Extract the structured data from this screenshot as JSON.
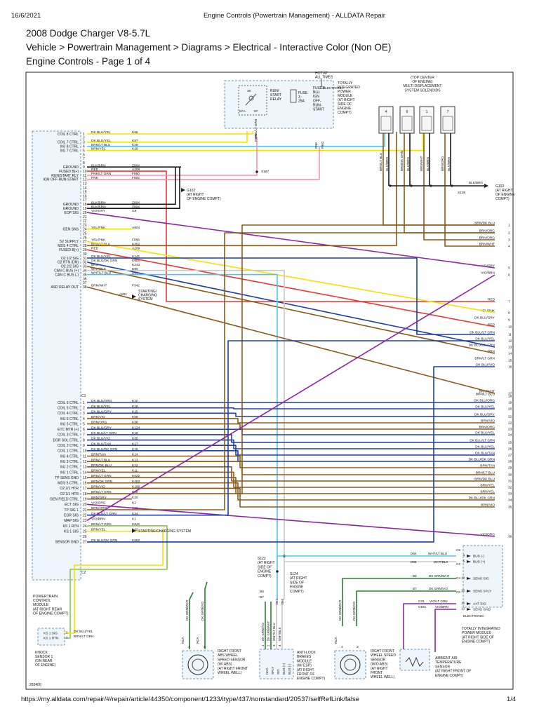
{
  "header": {
    "date": "16/6/2021",
    "doc_title": "Engine Controls (Powertrain Management) - ALLDATA Repair"
  },
  "title": {
    "vehicle": "2008 Dodge Charger V8-5.7L",
    "breadcrumb": "Vehicle > Powertrain Management > Diagrams > Electrical - Interactive Color (Non OE)",
    "page_label": "Engine Controls - Page 1 of 4"
  },
  "footer": {
    "url": "https://my.alldata.com/repair/#/repair/article/44350/component/1233/itype/437/nonstandard/20537/selfRefLink/false",
    "page": "1/4"
  },
  "diagram": {
    "figure_id": "283400",
    "connector_c1": "C1",
    "connector_c2": "C2",
    "pcm_caption": [
      "POWERTRAIN",
      "CONTROL",
      "MODULE",
      "(AT RIGHT REAR",
      "OF ENGINE COMPT)"
    ],
    "tipm_caption": [
      "TOTALLY",
      "INTEGRATED",
      "POWER",
      "MODULE",
      "(AT RIGHT",
      "SIDE OF",
      "ENGINE",
      "COMPT)"
    ],
    "tipm_caption_bottom": [
      "TOTALLY INTEGRATED",
      "POWER MODULE",
      "(AT RIGHT SIDE OF",
      "ENGINE COMPT)"
    ],
    "hot_label": [
      "HOT AT",
      "ALL TIMES"
    ],
    "electronic": "ELECTRONIC",
    "fuse_label": [
      "FUSE",
      "3",
      "25A"
    ],
    "relay_label": [
      "RUN/",
      "START",
      "RELAY"
    ],
    "fused_label": [
      "FUSED",
      "B(+)",
      "IGN",
      "OFF-",
      "RUN-",
      "START"
    ],
    "relay_pins": [
      "30",
      "87A",
      "87"
    ],
    "solenoid_caption": [
      "(TOP CENTER",
      "OF ENGINE)",
      "MULTI DISPLACEMENT",
      "SYSTEM SOLENOIDS"
    ],
    "solenoid_pins": [
      "4",
      "6",
      "1",
      "7"
    ],
    "solenoid_wires": [
      "BRN/LT BLU",
      "BLK/BRN",
      "BRN/DK GRN",
      "BLK/BRN",
      "BRN/WHT",
      "BLK/BRN",
      "BRN/ORG",
      "BLK/BRN"
    ],
    "splice_s167": "S167",
    "splice_s136": "S136",
    "g102_label": [
      "G102",
      "(AT RIGHT",
      "OF ENGINE COMPT)"
    ],
    "g102_right": [
      "G102",
      "(AT RIGHT",
      "OF ENGINE",
      "COMPT)"
    ],
    "blk_brn": "BLK/BRN",
    "relay_wire_labels": [
      "PNK/LT GRN",
      "F950",
      "PNK",
      "F902"
    ],
    "starting_charging": [
      "STARTING/",
      "CHARGING",
      "SYSTEM"
    ],
    "starting_charging_line": "STARTING/CHARGING SYSTEM",
    "pcm_c1": [
      {
        "pin": "1",
        "label": "COIL 8 CTRL",
        "color": "DK BLU/YEL",
        "circuit": "K98"
      },
      {
        "pin": "2",
        "label": "",
        "color": "",
        "circuit": ""
      },
      {
        "pin": "3",
        "label": "COIL 7 CTRL",
        "color": "DK BLU/YEL",
        "circuit": "K97"
      },
      {
        "pin": "4",
        "label": "INJ 8 CTRL",
        "color": "BRN/LT BLU",
        "circuit": "K28"
      },
      {
        "pin": "5",
        "label": "INJ 7 CTRL",
        "color": "BRN/YEL",
        "circuit": "K26"
      },
      {
        "pin": "6",
        "label": "",
        "color": "",
        "circuit": ""
      },
      {
        "pin": "7",
        "label": "",
        "color": "",
        "circuit": ""
      },
      {
        "pin": "8",
        "label": "",
        "color": "",
        "circuit": ""
      },
      {
        "pin": "9",
        "label": "GROUND",
        "color": "BLK/BRN",
        "circuit": "Z904"
      },
      {
        "pin": "10",
        "label": "FUSED B(+)",
        "color": "RED",
        "circuit": "A209"
      },
      {
        "pin": "11",
        "label": "RUN/START RLY",
        "color": "PNK/LT GRN",
        "circuit": "F950"
      },
      {
        "pin": "12",
        "label": "IGN OFF-RUN-START",
        "color": "PNK",
        "circuit": "F902"
      },
      {
        "pin": "13",
        "label": "",
        "color": "",
        "circuit": ""
      },
      {
        "pin": "14",
        "label": "",
        "color": "",
        "circuit": ""
      },
      {
        "pin": "15",
        "label": "",
        "color": "",
        "circuit": ""
      },
      {
        "pin": "16",
        "label": "",
        "color": "",
        "circuit": ""
      },
      {
        "pin": "17",
        "label": "",
        "color": "",
        "circuit": ""
      },
      {
        "pin": "18",
        "label": "GROUND",
        "color": "BLK/BRN",
        "circuit": "Z904"
      },
      {
        "pin": "19",
        "label": "GROUND",
        "color": "BLK/BRN",
        "circuit": "Z904"
      },
      {
        "pin": "20",
        "label": "EOP SIG",
        "color": "VIO/GRY",
        "circuit": "G6"
      },
      {
        "pin": "21",
        "label": "",
        "color": "",
        "circuit": ""
      },
      {
        "pin": "22",
        "label": "",
        "color": "",
        "circuit": ""
      },
      {
        "pin": "23",
        "label": "",
        "color": "",
        "circuit": ""
      },
      {
        "pin": "24",
        "label": "GEN SNS",
        "color": "YEL/PNK",
        "circuit": "A804"
      },
      {
        "pin": "25",
        "label": "",
        "color": "",
        "circuit": ""
      },
      {
        "pin": "26",
        "label": "",
        "color": "",
        "circuit": ""
      },
      {
        "pin": "27",
        "label": "5V SUPPLY",
        "color": "YEL/PNK",
        "circuit": "F856"
      },
      {
        "pin": "28",
        "label": "MDS 4 CTRL",
        "color": "BRN/LT BLU",
        "circuit": "K452"
      },
      {
        "pin": "29",
        "label": "FUSED B(+)",
        "color": "RED",
        "circuit": "A209"
      },
      {
        "pin": "30",
        "label": "",
        "color": "",
        "circuit": ""
      },
      {
        "pin": "31",
        "label": "O2 1/2 SIG",
        "color": "DK BLU/YEL",
        "circuit": "K141"
      },
      {
        "pin": "32",
        "label": "O2 RTN (DN)",
        "color": "DK BLU/DK GRN",
        "circuit": "K904"
      },
      {
        "pin": "33",
        "label": "O2 2/2 SIG",
        "color": "BRN",
        "circuit": "K243"
      },
      {
        "pin": "34",
        "label": "CAN C BUS (+)",
        "color": "WHT/BLK",
        "circuit": "D65"
      },
      {
        "pin": "35",
        "label": "CAN C BUS (-)",
        "color": "WHT/LT BLU",
        "circuit": "D64"
      },
      {
        "pin": "36",
        "label": "",
        "color": "",
        "circuit": ""
      },
      {
        "pin": "37",
        "label": "",
        "color": "",
        "circuit": ""
      },
      {
        "pin": "38",
        "label": "ASD RELAY OUT",
        "color": "BRN/WHT",
        "circuit": "F342"
      }
    ],
    "pcm_c2": [
      {
        "pin": "1",
        "label": "COIL 6 CTRL",
        "color": "DK BLU/ORG",
        "circuit": "K10"
      },
      {
        "pin": "2",
        "label": "COIL 5 CTRL",
        "color": "DK BLU/YEL",
        "circuit": "K16"
      },
      {
        "pin": "3",
        "label": "COIL 4 CTRL",
        "color": "DK BLU/GRY",
        "circuit": "K15"
      },
      {
        "pin": "4",
        "label": "INJ 6 CTRL",
        "color": "BRN/VIO",
        "circuit": "K58"
      },
      {
        "pin": "5",
        "label": "INJ 5 CTRL",
        "color": "BRN/ORG",
        "circuit": "K38"
      },
      {
        "pin": "6",
        "label": "ETC MTR (+)",
        "color": "DK BLU/GRY",
        "circuit": "K124"
      },
      {
        "pin": "7",
        "label": "COIL 3 CTRL",
        "color": "DK BLU/LT GRN",
        "circuit": "K18"
      },
      {
        "pin": "8",
        "label": "EGR SOL CTRL",
        "color": "DK BLU/VIO",
        "circuit": "K35"
      },
      {
        "pin": "9",
        "label": "COIL 2 CTRL",
        "color": "DK BLU/TAN",
        "circuit": "K17"
      },
      {
        "pin": "10",
        "label": "COIL 1 CTRL",
        "color": "DK BLU/DK GRN",
        "circuit": "K19"
      },
      {
        "pin": "11",
        "label": "INJ 4 CTRL",
        "color": "BRN/TAN",
        "circuit": "K14"
      },
      {
        "pin": "12",
        "label": "INJ 3 CTRL",
        "color": "BRN/LT BLU",
        "circuit": "K13"
      },
      {
        "pin": "13",
        "label": "INJ 2 CTRL",
        "color": "BRN/DK BLU",
        "circuit": "K12"
      },
      {
        "pin": "14",
        "label": "INJ 1 CTRL",
        "color": "BRN/YEL",
        "circuit": "K11"
      },
      {
        "pin": "15",
        "label": "TP SENS GND",
        "color": "BRN/LT GRN",
        "circuit": "K922"
      },
      {
        "pin": "16",
        "label": "MDS 6 CTRL",
        "color": "BRN/DK GRN",
        "circuit": "K453"
      },
      {
        "pin": "17",
        "label": "O2 2/1 HTR",
        "color": "BRN/VIO",
        "circuit": "K199"
      },
      {
        "pin": "18",
        "label": "O2 1/1 HTR",
        "color": "BRN/LT GRN",
        "circuit": "K99"
      },
      {
        "pin": "19",
        "label": "GEN FIELD CTRL",
        "color": "BRN/GRY",
        "circuit": "K20"
      },
      {
        "pin": "20",
        "label": "ECT SIG",
        "color": "VIO/ORG",
        "circuit": "K2"
      },
      {
        "pin": "21",
        "label": "TP SIG 1",
        "color": "BRN/ORG",
        "circuit": "K22"
      },
      {
        "pin": "22",
        "label": "EGR SIG",
        "color": "DK BLU/LT GRN",
        "circuit": "K34"
      },
      {
        "pin": "23",
        "label": "MAP SIG",
        "color": "VIO/BRN",
        "circuit": "K1"
      },
      {
        "pin": "24",
        "label": "KS 1 RTN",
        "color": "BRN/LT GRN",
        "circuit": "K942"
      },
      {
        "pin": "25",
        "label": "KS 1 SIG",
        "color": "BRN/YEL",
        "circuit": "K42"
      },
      {
        "pin": "26",
        "label": "",
        "color": "",
        "circuit": ""
      },
      {
        "pin": "27",
        "label": "SENSOR GND",
        "color": "DK BLU/DK GRN",
        "circuit": "K900"
      }
    ],
    "right_wires": [
      {
        "num": "1",
        "label": "BRN/DK BLU"
      },
      {
        "num": "2",
        "label": "BRN/ORG"
      },
      {
        "num": "3",
        "label": "BRN/ORG"
      },
      {
        "num": "4",
        "label": "BRN/WHT"
      },
      {
        "num": "5",
        "label": "VIO/GRY"
      },
      {
        "num": "6",
        "label": "VIO/BRN"
      },
      {
        "num": "7",
        "label": "RED"
      },
      {
        "num": "8",
        "label": "YEL/PNK"
      },
      {
        "num": "9",
        "label": "DK BLU/GRY"
      },
      {
        "num": "10",
        "label": "RED"
      },
      {
        "num": "11",
        "label": "DK BLU/LT GRN"
      },
      {
        "num": "12",
        "label": "DK BLU/YEL"
      },
      {
        "num": "13",
        "label": "DK BLU/DK GRN"
      },
      {
        "num": "14",
        "label": "BRN"
      },
      {
        "num": "15",
        "label": "BRN/LT GRN"
      },
      {
        "num": "16",
        "label": "DK BLU/VIO"
      },
      {
        "num": "17",
        "label": "BRN/WHT"
      },
      {
        "num": "18",
        "label": "BRN/LT BLU"
      },
      {
        "num": "19",
        "label": "DK BLU/ORG"
      },
      {
        "num": "20",
        "label": "DK BLU/YEL"
      },
      {
        "num": "21",
        "label": "DK BLU/GRY"
      },
      {
        "num": "22",
        "label": "BRN/VIO"
      },
      {
        "num": "23",
        "label": "BRN/ORG"
      },
      {
        "num": "24",
        "label": "DK BLU/YEL"
      },
      {
        "num": "25",
        "label": "DK BLU/LT GRN"
      },
      {
        "num": "26",
        "label": "DK BLU/YEL"
      },
      {
        "num": "27",
        "label": "DK BLU/TAN"
      },
      {
        "num": "28",
        "label": "DK BLU/DK GRN"
      },
      {
        "num": "29",
        "label": "BRN/TAN"
      },
      {
        "num": "30",
        "label": "BRN/LT BLU"
      },
      {
        "num": "31",
        "label": "BRN/DK BLU"
      },
      {
        "num": "32",
        "label": "BRN/YEL"
      },
      {
        "num": "33",
        "label": "BRN/YEL"
      },
      {
        "num": "34",
        "label": "DK BLU/DK GRN"
      },
      {
        "num": "35",
        "label": "BRN/VIO"
      },
      {
        "num": "36",
        "label": "VIO/ORG"
      }
    ],
    "ks_sensor": {
      "pins": [
        {
          "pin": "2",
          "label": "KS 1 SIG",
          "wire": "DK BLU/YEL"
        },
        {
          "pin": "1",
          "label": "KS 1 RTN",
          "wire": "BRN/LT GRN"
        }
      ],
      "caption": [
        "KNOCK",
        "SENSOR 1",
        "(ON REAR",
        "OF ENGINE)"
      ]
    },
    "abs_sensor": {
      "pins": [
        "4",
        "3"
      ],
      "wires": [
        "DK GRN/WHT",
        "DK GRN/VIO"
      ],
      "nca": "NCA",
      "caption": [
        "RIGHT FRONT",
        "ABS WHEEL",
        "SPEED SENSOR",
        "(W/ ABS)",
        "(AT RIGHT FRONT",
        "WHEEL WELL)"
      ]
    },
    "abm": {
      "pins": [
        "1",
        "2",
        "3",
        "4"
      ],
      "pin_labels": [
        "NCA",
        "SPLY",
        "SIG",
        "BUS (+)",
        "BUS (-)"
      ],
      "wires": [
        "DK GRN/VIO",
        "DK GRN/WHT",
        "WHT/LT BLU",
        "WHT/BLK"
      ],
      "circuits": [
        "B6",
        "B7",
        "D64",
        "D65"
      ],
      "caption": [
        "ANTI-LOCK",
        "BRAKES",
        "MODULE",
        "(W/ ESP)",
        "(AT RIGHT",
        "FRONT OF",
        "ENGINE COMPT)"
      ]
    },
    "wss": {
      "pins": [
        "4",
        "3"
      ],
      "wires": [
        "DK GRN/WHT",
        "DK GRN/VIO"
      ],
      "nca": "NCA",
      "caption": [
        "RIGHT FRONT",
        "WHEEL SPEED",
        "SENSOR",
        "(W/O ABS)",
        "(AT RIGHT",
        "FRONT",
        "WHEEL WELL)"
      ]
    },
    "aat": {
      "caption": [
        "AMBIENT AIR",
        "TEMPERATURE",
        "SENSOR",
        "(AT RIGHT FRONT OF",
        "ENGINE COMPT)"
      ]
    },
    "splices": {
      "s122": [
        "S122",
        "(AT RIGHT",
        "SIDE OF",
        "ENGINE",
        "COMPT)"
      ],
      "s124": [
        "S124",
        "(AT RIGHT",
        "SIDE OF",
        "ENGINE",
        "COMPT)"
      ]
    },
    "tipm_connector": [
      {
        "pin": "4",
        "label": "BUS (-)",
        "wire": "WHT/LT BLU",
        "circuit": "D64"
      },
      {
        "pin": "5",
        "label": "BUS (+)",
        "wire": "WHT/BLK",
        "circuit": "D65"
      },
      {
        "pin": "19",
        "label": "SENS SIG",
        "wire": "DK GRN/WHT",
        "circuit": "B6"
      },
      {
        "pin": "18",
        "label": "SENS SPLY",
        "wire": "DK GRN/VIO",
        "circuit": "B7"
      },
      {
        "pin": "15",
        "label": "AAT SIG",
        "wire": "VIO/LT GRN",
        "circuit": "G31"
      },
      {
        "pin": "13",
        "label": "SENS GND",
        "wire": "VIO/BRN",
        "circuit": "G931"
      }
    ],
    "tipm_conn_labels": [
      "C8",
      "C2",
      "C4",
      "C6"
    ],
    "splice_circuits": [
      "D64",
      "D65",
      "B6",
      "B7"
    ]
  }
}
